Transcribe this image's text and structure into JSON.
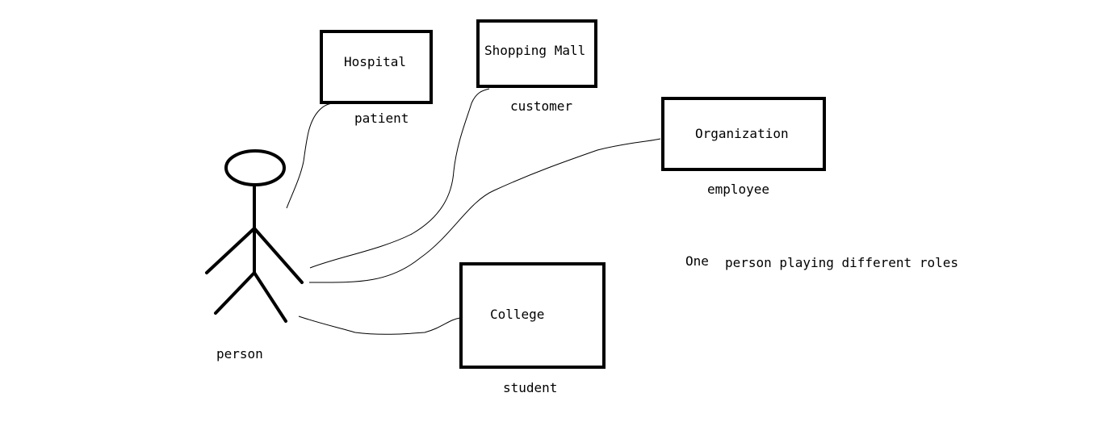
{
  "person": {
    "label": "person"
  },
  "entities": {
    "hospital": {
      "name": "Hospital",
      "role": "patient"
    },
    "shopping_mall": {
      "name": "Shopping Mall",
      "role": "customer"
    },
    "organization": {
      "name": "Organization",
      "role": "employee"
    },
    "college": {
      "name": "College",
      "role": "student"
    }
  },
  "caption": {
    "word1": "One",
    "rest": "person playing different roles"
  },
  "colors": {
    "ink": "#000000",
    "background": "#ffffff"
  }
}
